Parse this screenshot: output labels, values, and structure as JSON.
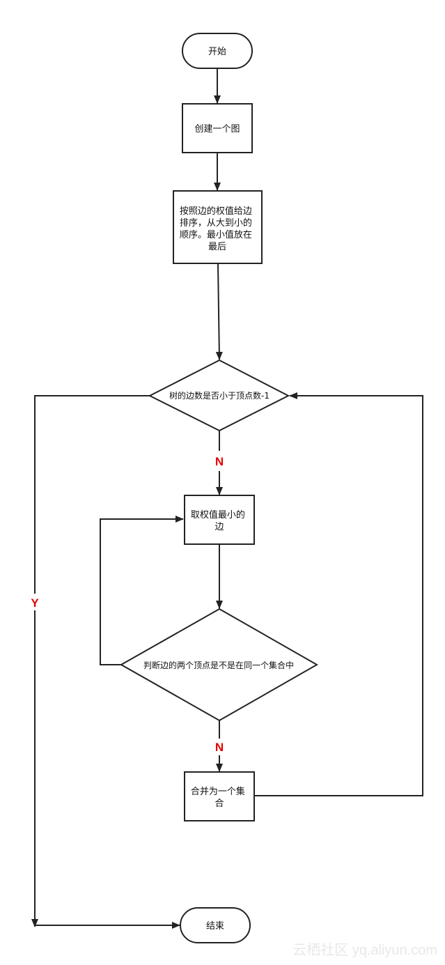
{
  "nodes": {
    "start": {
      "lines": [
        "开始"
      ]
    },
    "create_graph": {
      "lines": [
        "创建一个图"
      ]
    },
    "sort_edges": {
      "lines": [
        "按照边的权值给边",
        "排序，从大到小的",
        "顺序。最小值放在",
        "最后"
      ]
    },
    "check_edge_count": {
      "lines": [
        "树的边数是否小于顶点数-1"
      ]
    },
    "take_min_edge": {
      "lines": [
        "取权值最小的",
        "边"
      ]
    },
    "check_same_set": {
      "lines": [
        "判断边的两个顶点是不是在同一个集合中"
      ]
    },
    "merge_set": {
      "lines": [
        "合并为一个集",
        "合"
      ]
    },
    "end": {
      "lines": [
        "结束"
      ]
    }
  },
  "edge_labels": {
    "check_count_no": "N",
    "check_count_yes": "Y",
    "same_set_no": "N"
  },
  "watermark": "云栖社区 yq.aliyun.com",
  "colors": {
    "stroke": "#222222",
    "label": "#e60000",
    "background": "#ffffff"
  }
}
